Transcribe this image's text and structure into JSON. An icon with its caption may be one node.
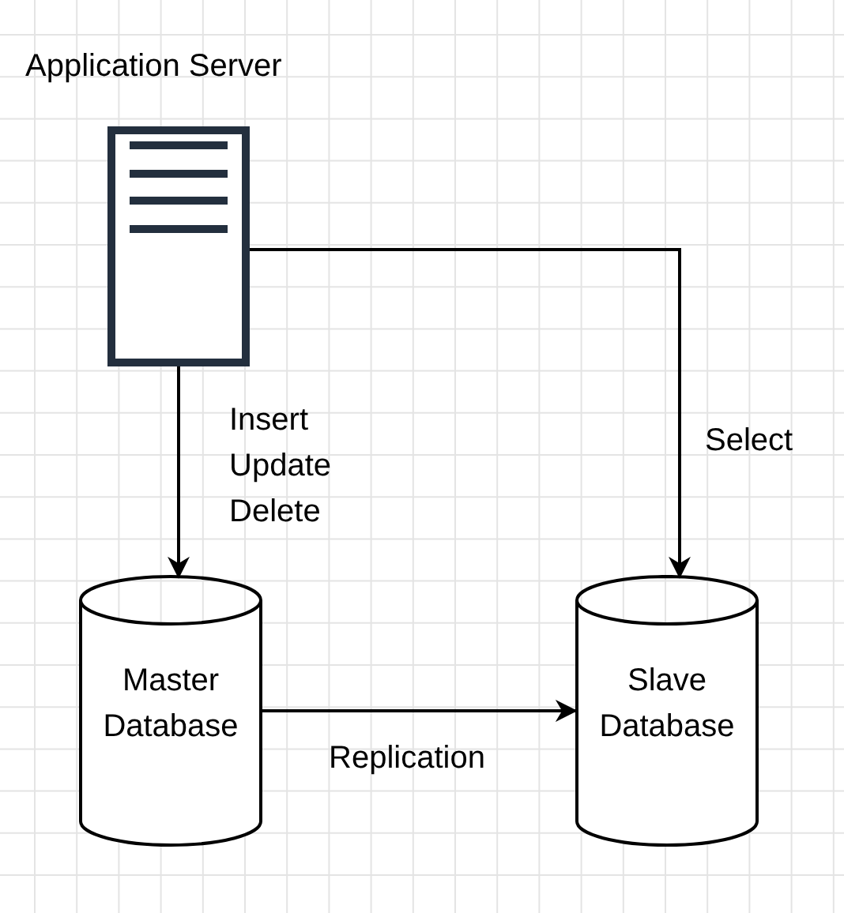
{
  "diagram": {
    "nodes": [
      {
        "text": [
          "Application Server"
        ]
      },
      {
        "text": [
          "Master Database"
        ]
      },
      {
        "text": [
          "Slave Database"
        ]
      }
    ],
    "edges": [
      {
        "from": 0,
        "to": 1,
        "arrow": "to",
        "label": "Insert Update Delete"
      },
      {
        "from": 0,
        "to": 2,
        "arrow": "to",
        "label": "Select"
      },
      {
        "from": 1,
        "to": 2,
        "arrow": "to",
        "label": "Replication"
      }
    ]
  }
}
